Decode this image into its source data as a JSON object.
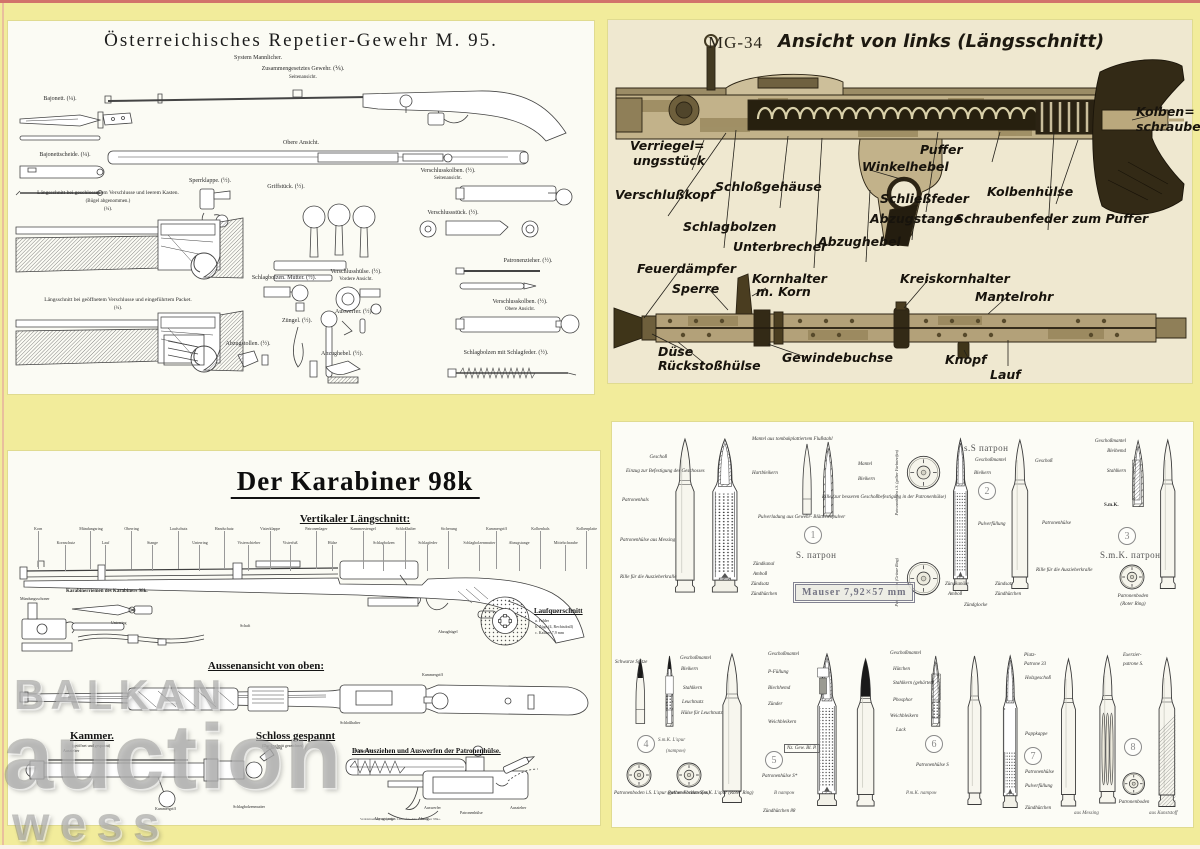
{
  "watermark": {
    "line1": "BALKAN",
    "line2": "auction",
    "line3": "wess"
  },
  "m95": {
    "title": "Österreichisches Repetier-Gewehr M. 95.",
    "subtitle": "System Mannlicher.",
    "labels": {
      "gewehr": "Zusammengesetztes Gewehr. (⅙).",
      "seitenansicht": "Seitenansicht.",
      "bajonett": "Bajonett. (¼).",
      "bajonettscheide": "Bajonettscheide. (¼).",
      "obere_ansicht": "Obere Ansicht.",
      "sperrklappe": "Sperrklappe. (½).",
      "griffstueck": "Griffstück. (½).",
      "kolben_seite_1": "Verschlusskolben. (½).",
      "kolben_seite_2": "Seitenansicht.",
      "schnitt1_1": "Längsschnitt bei geschlossenem Verschlusse und leerem Kasten.",
      "schnitt1_2": "(Bügel abgenommen.)",
      "schnitt1_3": "(¼).",
      "schnitt2_1": "Längsschnitt bei geöffnetem Verschlusse und eingeführtem Packet.",
      "schnitt2_2": "(¼).",
      "schlagbolzen_mutter": "Schlagbolzen. Mutter. (½).",
      "huelse_1": "Verschlusshülse. (½).",
      "huelse_2": "Vordere Ansicht.",
      "zuengel": "Züngel. (½).",
      "auswerfer": "Auswerfer. (½).",
      "abzugstollen": "Abzugstollen. (½).",
      "abzughebel": "Abzughebel. (½).",
      "verschlussstueck": "Verschlussstück. (½).",
      "patronenzieher": "Patronenzieher. (½).",
      "kolben_oben_1": "Verschlusskolben. (½).",
      "kolben_oben_2": "Obere Ansicht.",
      "schlagbolzen_feder": "Schlagbolzen mit Schlagfeder. (½)."
    }
  },
  "mg34": {
    "model": "MG-34",
    "view": "Ansicht von links (Längsschnitt)",
    "labels": {
      "verriegel1": "Verriegel=",
      "verriegel2": "ungsstück",
      "verschlusskopf": "Verschlußkopf",
      "schlossgehaeuse": "Schloßgehäuse",
      "schlagbolzen": "Schlagbolzen",
      "unterbrecher": "Unterbrecher",
      "abzughebel": "Abzughebel",
      "abzugstange": "Abzugstange",
      "winkelhebel": "Winkelhebel",
      "schliessfeder": "Schließfeder",
      "puffer": "Puffer",
      "kolbenhuelse": "Kolbenhülse",
      "schraubenfeder": "Schraubenfeder zum Puffer",
      "kolbenschraube1": "Kolben=",
      "kolbenschraube2": "schraube",
      "feuerdaempfer": "Feuerdämpfer",
      "sperre": "Sperre",
      "kornhalter1": "Kornhalter",
      "kornhalter2": "m. Korn",
      "kreiskornhalter": "Kreiskornhalter",
      "mantelrohr": "Mantelrohr",
      "duese": "Düse",
      "rueckstosshuelse": "Rückstoßhülse",
      "gewindebuchse": "Gewindebuchse",
      "knopf": "Knopf",
      "lauf": "Lauf"
    }
  },
  "k98": {
    "title": "Der Karabiner 98k",
    "cut_heading": "Vertikaler Längschnitt:",
    "sling_heading": "Karabinerriemen des Karabiners 98k.",
    "bore_heading": "Laufquerschnitt",
    "bore_legend": [
      "a. Felder",
      "b. Züge (4, Rechtsdrall)",
      "c. Kaliber 7,9 mm"
    ],
    "top_heading": "Aussenansicht von oben:",
    "bolt_heading": "Kammer.",
    "bolt_sub": "(geöffnet und gespannt)",
    "lock_heading": "Schloss gespannt",
    "lock_sub": "(Durchschnitt gezeichnet)",
    "eject_heading": "Das Ausziehen und Auswerfen der Patronenhülse.",
    "caption": "Verkleinerung der großen Lehrtafel »Der Karabiner 98k«.",
    "parts_top": [
      "Korn",
      "Kornschutz",
      "Mündungsring",
      "Lauf",
      "Oberring",
      "Stange",
      "Laufschutz",
      "Unterring",
      "Handschutz",
      "Visierschieber",
      "Visierklappe",
      "Visierfuß",
      "Patronenlager",
      "Hülse",
      "Kammerstengel",
      "Schlagbolzen",
      "Schloßhalter",
      "Schlagfeder",
      "Sicherung",
      "Schlagbolzenmutter",
      "Kammergriff",
      "Abzugstange",
      "Kolbenhals",
      "Mittelschraube",
      "Kolbenplatte"
    ],
    "parts_misc": [
      "Unterring",
      "Schaft",
      "Abzugbügel",
      "Mündungsschoner",
      "Kammergriff",
      "Schloßhalter"
    ],
    "bolt_parts": [
      "Auszieher",
      "Kammergriff",
      "Schlagbolzenmutter",
      "Sicherung"
    ],
    "lock_parts": [
      "Schlagfeder",
      "Abzugstange",
      "Abzug"
    ],
    "eject_parts": [
      "Auswerfer",
      "Patronenhülse",
      "Auszieher"
    ]
  },
  "ammo": {
    "box": "Mauser 7,92×57 mm",
    "c1": {
      "num": "1",
      "name": "S. патрон",
      "geschoss": "Geschoß",
      "einzug": "Einzug zur Befestigung des Geschosses",
      "hals": "Patronenhals",
      "huelse": "Patronenhülse aus Messing",
      "rille": "Rille für die Auszieherkralle",
      "mantel_v": "Mantel aus tombakplattiertem Flußstahl",
      "hartblei": "Hartbleikern",
      "pulver": "Pulverladung aus Gewehr- Blättchenpulver",
      "zkanal": "Zündkanal",
      "amboss": "Amboß",
      "zsatz": "Zündsatz",
      "zhuetchen": "Zündhütchen",
      "mantel": "Mantel",
      "bleikern": "Bleikern",
      "rille2": "Rille (zur besseren Geschoßbefestigung in der Patronenhülse)",
      "boden1": "Patronenboden i.S. (gelber Farbstreifen)",
      "boden2": "Patronenboden (Grüner Ring)"
    },
    "c2": {
      "num": "2",
      "name": "s.S патрон",
      "gm": "Geschoßmantel",
      "bleikern": "Bleikern",
      "pulver": "Pulverfüllung",
      "zkanaele": "Zündkanäle",
      "amboss": "Amboß",
      "zsatz": "Zündsatz",
      "zhuetchen": "Zündhütchen",
      "zglocke": "Zündglocke",
      "geschoss": "Geschoß",
      "huelse": "Patronenhülse",
      "rille": "Rille für die Auszieherkralle"
    },
    "c3": {
      "num": "3",
      "name": "S.m.K. патрон",
      "gm": "Geschoßmantel",
      "bleihemd": "Bleihemd",
      "stahlkern": "Stahlkern",
      "smk": "S.m.K.",
      "boden": "Patronenboden",
      "boden2": "(Roter Ring)"
    },
    "c4": {
      "num": "4",
      "name": "S.m.K. L'spur",
      "name2": "(патрон)",
      "spitze": "Schwarze Spitze",
      "gm": "Geschoßmantel",
      "bleikern": "Bleikern",
      "stahlkern": "Stahlkern",
      "leucht": "Leuchtsatz",
      "huelse_l": "Hülse für Leuchtsatz",
      "boden1": "Patronenboden i.S. L'spur (gelber Farbstreifen)",
      "boden2": "Patronenboden S.m.K. L'spur (Roter Ring)"
    },
    "c5": {
      "num": "5",
      "name": "B патрон",
      "gm": "Geschoßmantel",
      "pf": "P-Füllung",
      "blech": "Blechhemd",
      "zuender": "Zünder",
      "weichblei": "Weichbleikern",
      "pulver": "Nz. Gew. Bl. P.",
      "huelse": "Patronenhülse S*",
      "zh": "Zündhütchen 88"
    },
    "c6": {
      "num": "6",
      "name": "P.m.K. патрон",
      "gm": "Geschoßmantel",
      "huetchen": "Hütchen",
      "stahlkern": "Stahlkern (gehärtet)",
      "phosphor": "Phosphor",
      "weichblei": "Weichbleikern",
      "lack": "Lack",
      "huelse": "Patronenhülse S"
    },
    "c7": {
      "num": "7",
      "name1": "Platz-",
      "name2": "Patrone 33",
      "holz": "Holzgeschoß",
      "kappe": "Pappkappe",
      "huelse": "Patronenhülse",
      "pulver": "Pulverfüllung",
      "zh": "Zündhütchen"
    },
    "c8": {
      "num": "8",
      "name1": "Exerzier-",
      "name2": "patrone S.",
      "boden": "Patronenboden",
      "messing": "aus Messing",
      "kunststoff": "aus Kunststoff"
    }
  }
}
